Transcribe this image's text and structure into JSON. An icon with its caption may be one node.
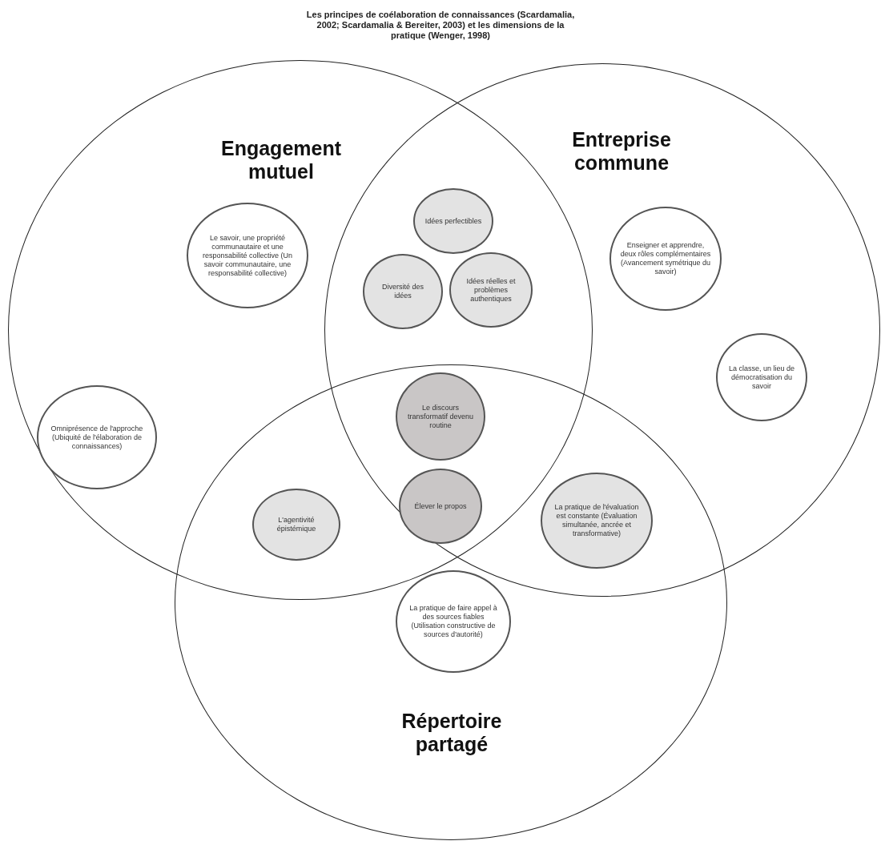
{
  "diagram": {
    "title": "Les principes de coélaboration de connaissances (Scardamalia, 2002; Scardamalia & Bereiter, 2003) et les dimensions de la pratique (Wenger, 1998)",
    "nodes": [
      {
        "text": [
          "Engagement mutuel"
        ]
      },
      {
        "text": [
          "Entreprise commune"
        ]
      },
      {
        "text": [
          "Répertoire partagé"
        ]
      },
      {
        "text": [
          "Idées perfectibles"
        ]
      },
      {
        "text": [
          "Le savoir, une propriété communautaire et une responsabilité collective (Un savoir communautaire, une responsabilité collective)"
        ],
        "in": 0
      },
      {
        "text": [
          "Enseigner et apprendre, deux rôles complémentaires (Avancement symétrique du savoir)"
        ],
        "in": 1
      },
      {
        "text": [
          "Diversité des idées"
        ]
      },
      {
        "text": [
          "Idées réelles et problèmes authentiques"
        ]
      },
      {
        "text": [
          "La classe, un lieu de démocratisation du savoir"
        ],
        "in": 1
      },
      {
        "text": [
          "Le discours transformatif devenu routine"
        ]
      },
      {
        "text": [
          "Omniprésence de l'approche (Ubiquité de l'élaboration de connaissances)"
        ],
        "in": 0
      },
      {
        "text": [
          "Élever le propos"
        ]
      },
      {
        "text": [
          "L'agentivité épistémique"
        ]
      },
      {
        "text": [
          "La pratique de l'évaluation est constante (Évaluation simultanée, ancrée et transformative)"
        ]
      },
      {
        "text": [
          "La pratique de faire appel à des sources fiables (Utilisation constructive de sources d'autorité)"
        ],
        "in": 2
      }
    ]
  }
}
